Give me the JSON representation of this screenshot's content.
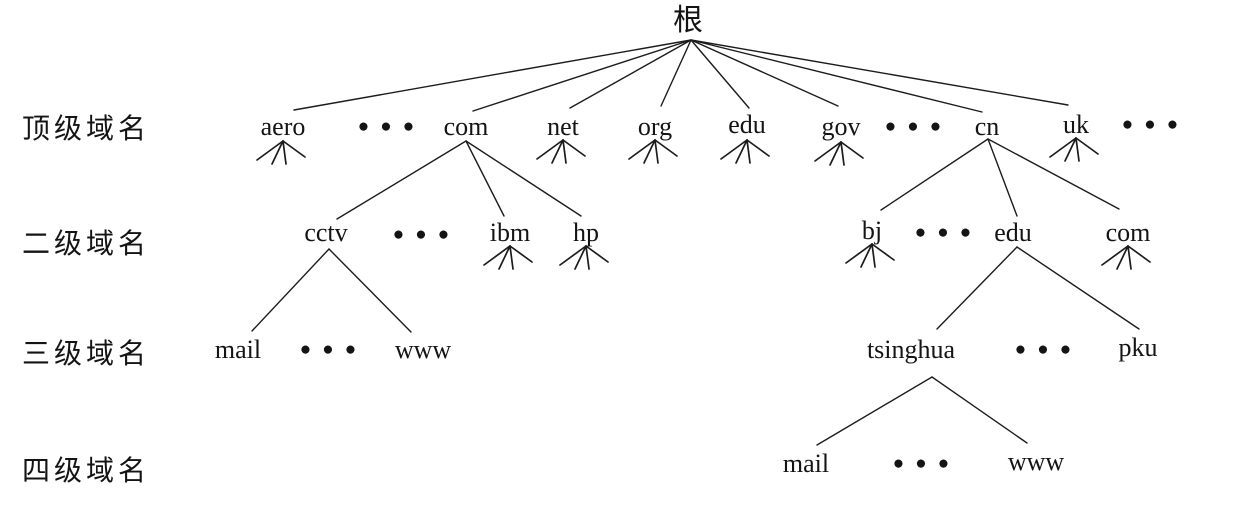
{
  "figure": {
    "ellipsis": "●●●"
  },
  "level_labels": [
    "顶级域名",
    "二级域名",
    "三级域名",
    "四级域名"
  ],
  "nodes": {
    "root": "根",
    "top": {
      "aero": "aero",
      "com": "com",
      "net": "net",
      "org": "org",
      "edu": "edu",
      "gov": "gov",
      "cn": "cn",
      "uk": "uk"
    },
    "second": {
      "cctv": "cctv",
      "ibm": "ibm",
      "hp": "hp",
      "bj": "bj",
      "edu_cn": "edu",
      "com_cn": "com"
    },
    "third": {
      "mail": "mail",
      "www": "www",
      "tsinghua": "tsinghua",
      "pku": "pku"
    },
    "fourth": {
      "mail": "mail",
      "www": "www"
    }
  },
  "relations": [
    {
      "parent": "根",
      "children": [
        "aero",
        "com",
        "net",
        "org",
        "edu",
        "gov",
        "cn",
        "uk"
      ]
    },
    {
      "parent": "com",
      "children": [
        "cctv",
        "ibm",
        "hp"
      ]
    },
    {
      "parent": "cn",
      "children": [
        "bj",
        "edu",
        "com"
      ]
    },
    {
      "parent": "cctv",
      "children": [
        "mail",
        "www"
      ]
    },
    {
      "parent": "edu (cn)",
      "children": [
        "tsinghua",
        "pku"
      ]
    },
    {
      "parent": "tsinghua",
      "children": [
        "mail",
        "www"
      ]
    }
  ]
}
